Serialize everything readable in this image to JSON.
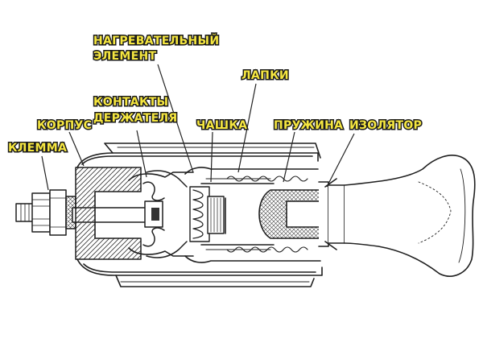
{
  "labels": {
    "heating_element_line1": "НАГРЕВАТЕЛЬНЫЙ",
    "heating_element_line2": "ЭЛЕМЕНТ",
    "tabs": "ЛАПКИ",
    "holder_contacts_line1": "КОНТАКТЫ",
    "holder_contacts_line2": "ДЕРЖАТЕЛЯ",
    "housing": "КОРПУС",
    "cup": "ЧАШКА",
    "spring": "ПРУЖИНА",
    "insulator": "ИЗОЛЯТОР",
    "terminal": "КЛЕММА"
  },
  "colors": {
    "label_fill": "#f5e640",
    "label_outline": "#1a1a1a",
    "line_art": "#1f1f1f",
    "background": "#ffffff"
  }
}
